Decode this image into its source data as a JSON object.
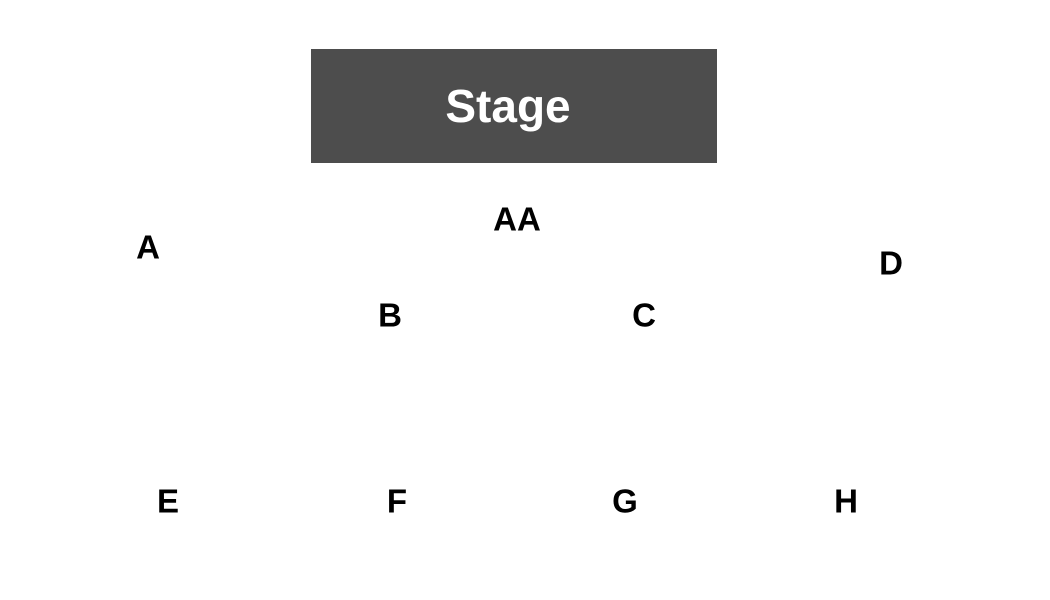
{
  "stage": {
    "label": "Stage",
    "color": "#4d4d4d"
  },
  "sections": {
    "aa": "AA",
    "a": "A",
    "b": "B",
    "c": "C",
    "d": "D",
    "e": "E",
    "f": "F",
    "g": "G",
    "h": "H"
  }
}
